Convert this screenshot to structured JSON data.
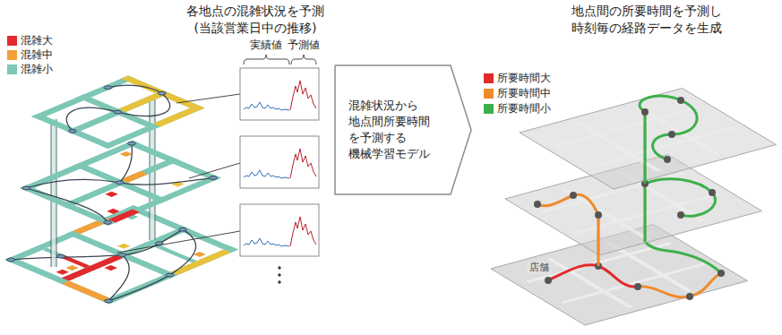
{
  "diagram": {
    "nodes": [
      {
        "text": [
          "混雑状況から 地点間所要時間 を予測する 機械学習モデル"
        ]
      }
    ],
    "labels": [
      "各地点の混雑状況を予測",
      "(当該営業日中の推移)",
      "実績値",
      "予測値",
      "地点間の所要時間を予測し",
      "時刻毎の経路データを生成",
      "店舗"
    ],
    "legend": [
      {
        "text": "混雑大",
        "color": "#e3292b"
      },
      {
        "text": "混雑中",
        "color": "#f2a13a"
      },
      {
        "text": "混雑小",
        "color": "#7dc7b6"
      },
      {
        "text": "所要時間大",
        "color": "#e3292b"
      },
      {
        "text": "所要時間中",
        "color": "#ef8a2c"
      },
      {
        "text": "所要時間小",
        "color": "#3cb04a"
      }
    ]
  }
}
